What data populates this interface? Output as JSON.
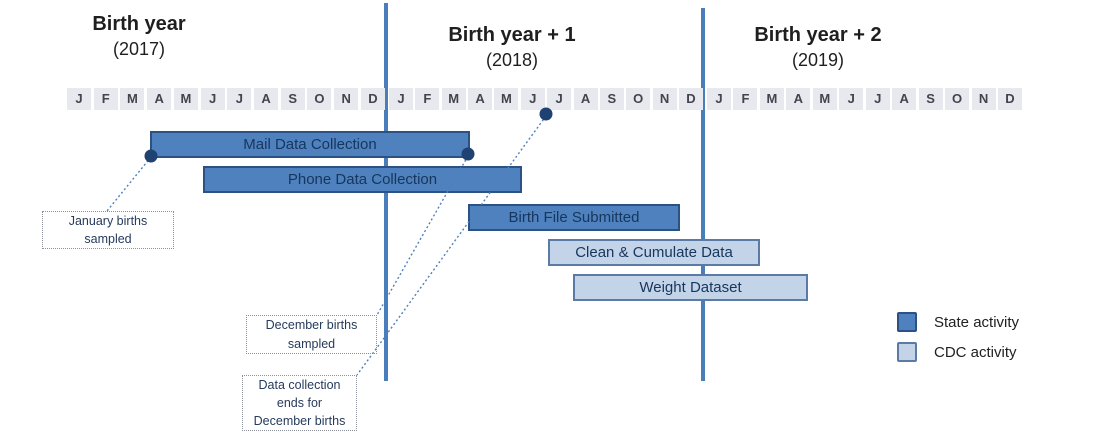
{
  "palette": {
    "state_fill": "#4e81bd",
    "state_border": "#2b5282",
    "cdc_fill": "#c3d3e8",
    "cdc_border": "#5b7aa5",
    "timeline_line": "#4a7ebb",
    "dot": "#1f4272",
    "connector": "#4f81bd",
    "month_bg": "#e8e8ef",
    "month_text": "#44444e",
    "bar_text": "#17365d",
    "title_text": "#1f1f1f",
    "note_text": "#263b5c",
    "note_border": "#8a8f98"
  },
  "header": {
    "years": [
      {
        "label": "Birth year",
        "year": "(2017)"
      },
      {
        "label": "Birth year + 1",
        "year": "(2018)"
      },
      {
        "label": "Birth year + 2",
        "year": "(2019)"
      }
    ]
  },
  "months": [
    "J",
    "F",
    "M",
    "A",
    "M",
    "J",
    "J",
    "A",
    "S",
    "O",
    "N",
    "D"
  ],
  "bars": [
    {
      "label": "Mail Data Collection",
      "activity": "state",
      "start": "Apr 2017",
      "end": "Mar 2018"
    },
    {
      "label": "Phone Data Collection",
      "activity": "state",
      "start": "Jun 2017",
      "end": "May 2018"
    },
    {
      "label": "Birth File Submitted",
      "activity": "state",
      "start": "Apr 2018",
      "end": "Nov 2018"
    },
    {
      "label": "Clean & Cumulate Data",
      "activity": "cdc",
      "start": "Jul 2018",
      "end": "Feb 2019"
    },
    {
      "label": "Weight Dataset",
      "activity": "cdc",
      "start": "Aug 2018",
      "end": "Apr 2019"
    }
  ],
  "annotations": [
    {
      "text": "January births sampled"
    },
    {
      "text": "December births sampled"
    },
    {
      "text": "Data collection ends for December births"
    }
  ],
  "legend": [
    {
      "label": "State activity",
      "activity": "state"
    },
    {
      "label": "CDC activity",
      "activity": "cdc"
    }
  ]
}
